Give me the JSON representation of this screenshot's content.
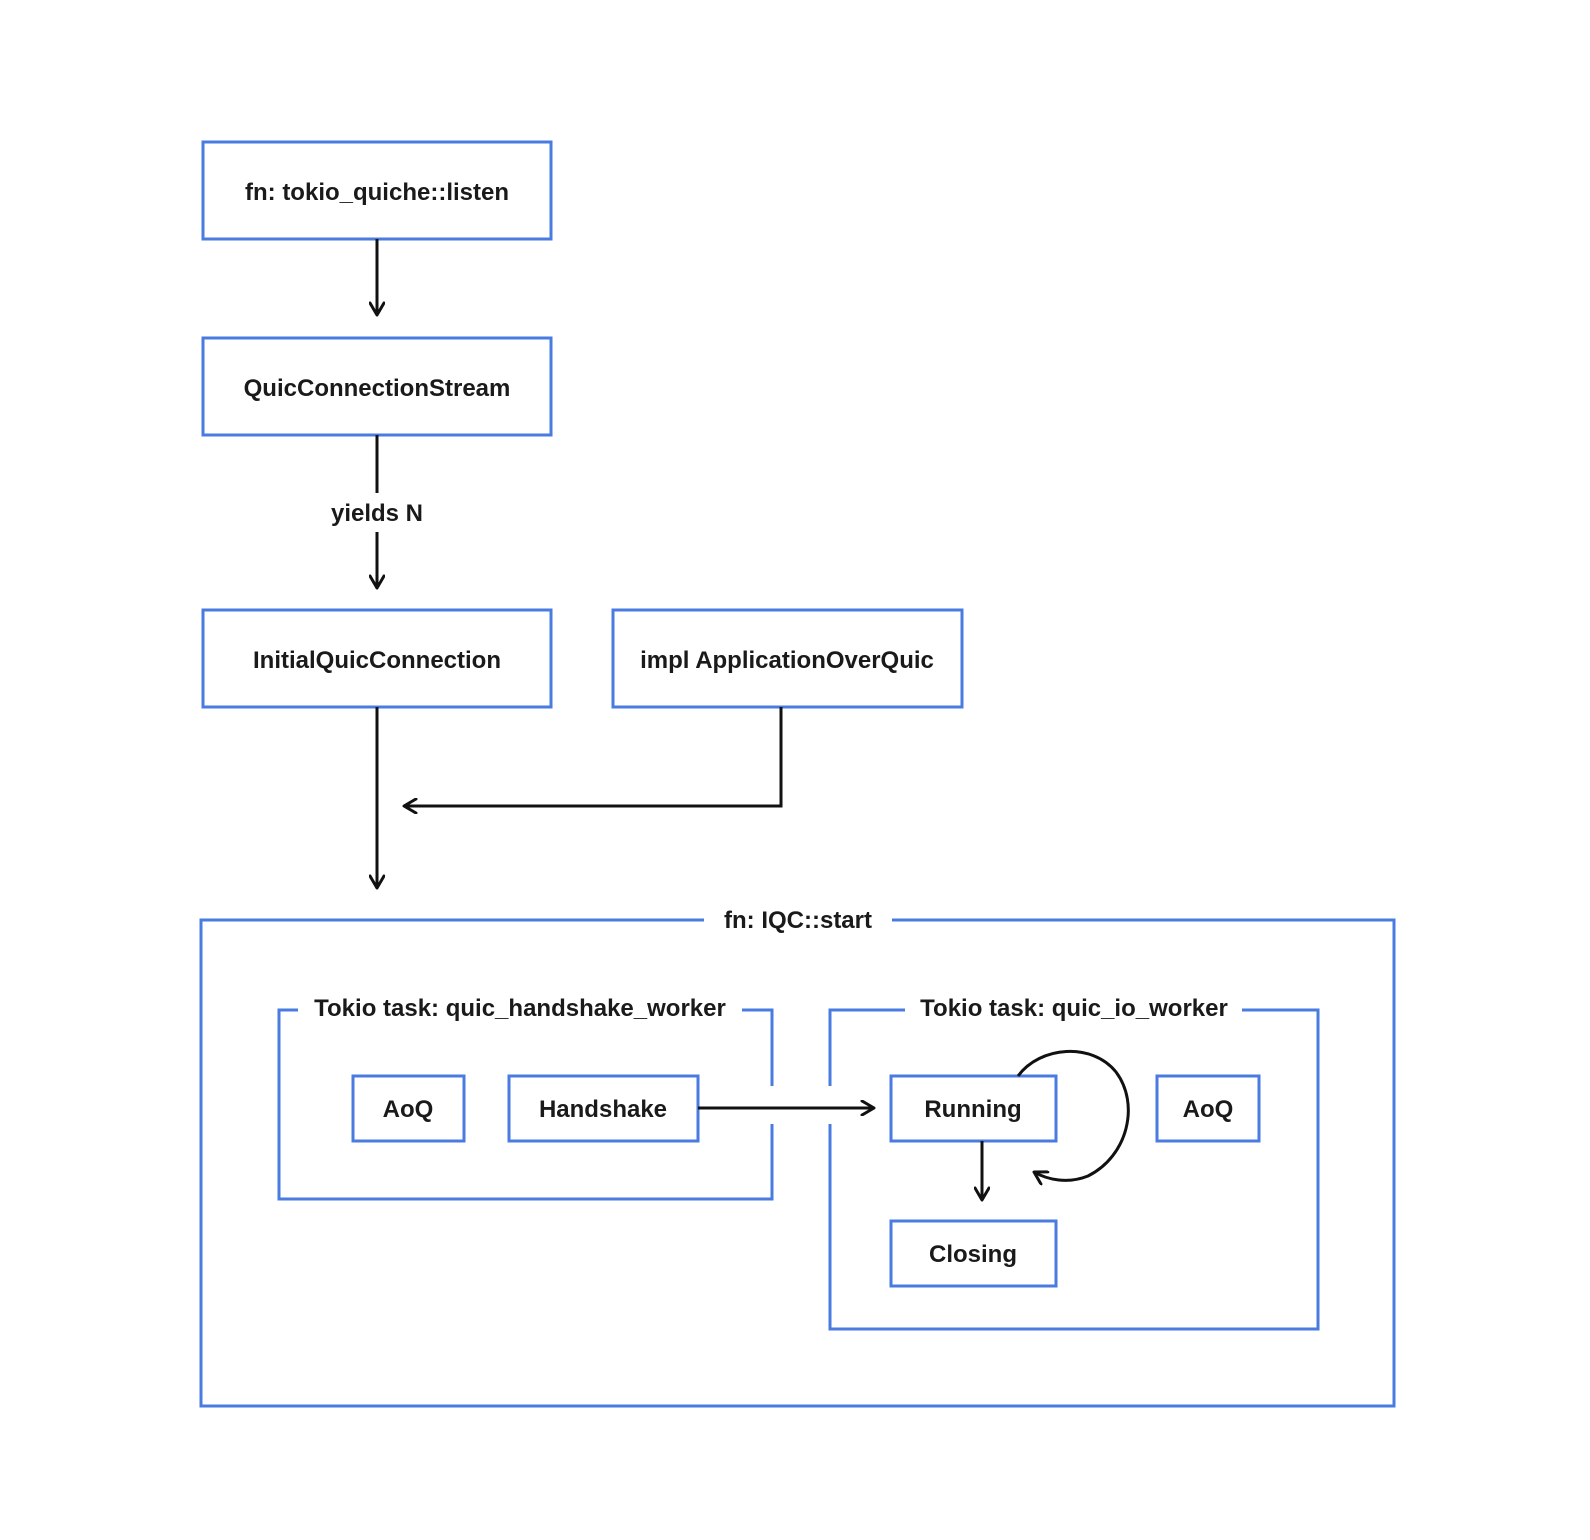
{
  "nodes": {
    "listen": "fn: tokio_quiche::listen",
    "conn_stream": "QuicConnectionStream",
    "initial_conn": "InitialQuicConnection",
    "app_over_quic": "impl ApplicationOverQuic",
    "hs_aoq": "AoQ",
    "handshake": "Handshake",
    "running": "Running",
    "io_aoq": "AoQ",
    "closing": "Closing"
  },
  "edges": {
    "yields": "yields N"
  },
  "groups": {
    "start": "fn: IQC::start",
    "handshake_worker": "Tokio task: quic_handshake_worker",
    "io_worker": "Tokio task: quic_io_worker"
  },
  "colors": {
    "box_stroke": "#4a7be0",
    "line": "#111111",
    "text": "#1a1a1a"
  }
}
